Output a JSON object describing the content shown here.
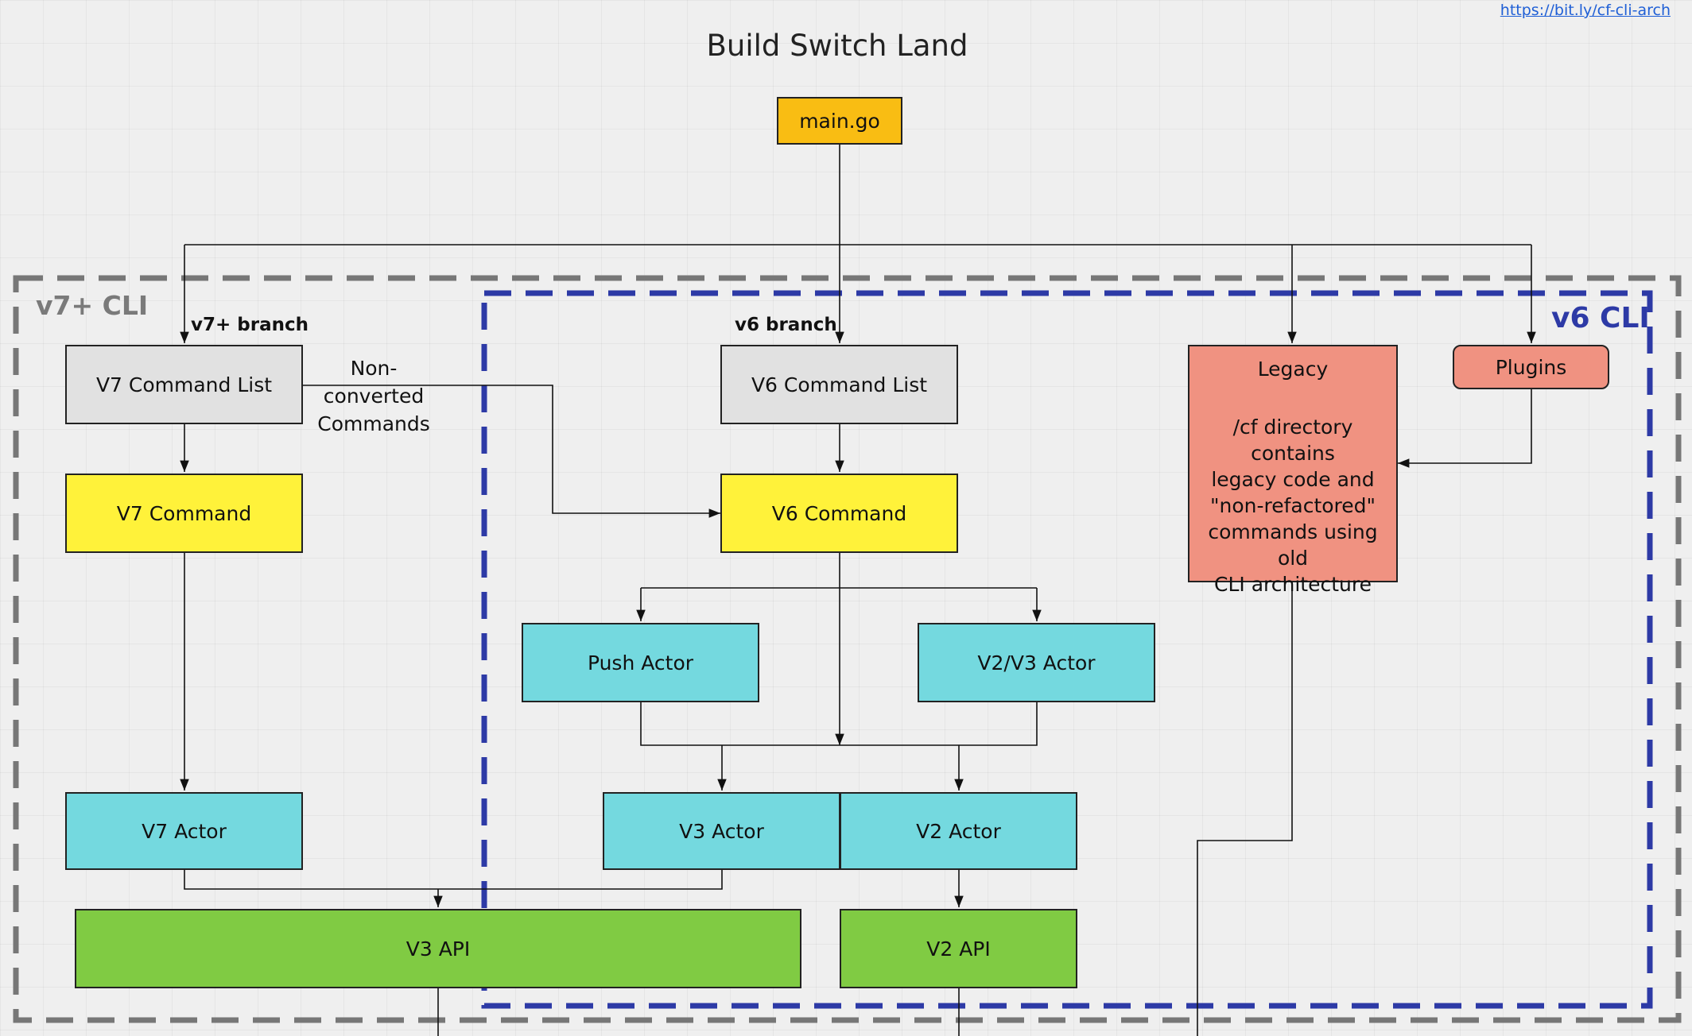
{
  "title": "Build Switch Land",
  "link": "https://bit.ly/cf-cli-arch",
  "regions": {
    "v7": "v7+ CLI",
    "v6": "v6 CLI"
  },
  "branches": {
    "v7": "v7+ branch",
    "v6": "v6 branch"
  },
  "edge_label": "Non-converted\nCommands",
  "nodes": {
    "main": "main.go",
    "v7_command_list": "V7 Command List",
    "v6_command_list": "V6 Command List",
    "v7_command": "V7 Command",
    "v6_command": "V6 Command",
    "legacy_title": "Legacy",
    "legacy_desc": "/cf directory contains\nlegacy code and\n\"non-refactored\"\ncommands using old\nCLI architecture",
    "plugins": "Plugins",
    "push_actor": "Push Actor",
    "v2v3_actor": "V2/V3 Actor",
    "v7_actor": "V7 Actor",
    "v3_actor": "V3 Actor",
    "v2_actor": "V2 Actor",
    "v3_api": "V3 API",
    "v2_api": "V2 API"
  },
  "colors": {
    "entry": "#f9bd13",
    "command_list": "#e1e1e1",
    "command": "#fff23a",
    "actor": "#74d9df",
    "api": "#80cb43",
    "legacy": "#f09281",
    "v7_boundary": "#777777",
    "v6_boundary": "#2d3aa6"
  }
}
